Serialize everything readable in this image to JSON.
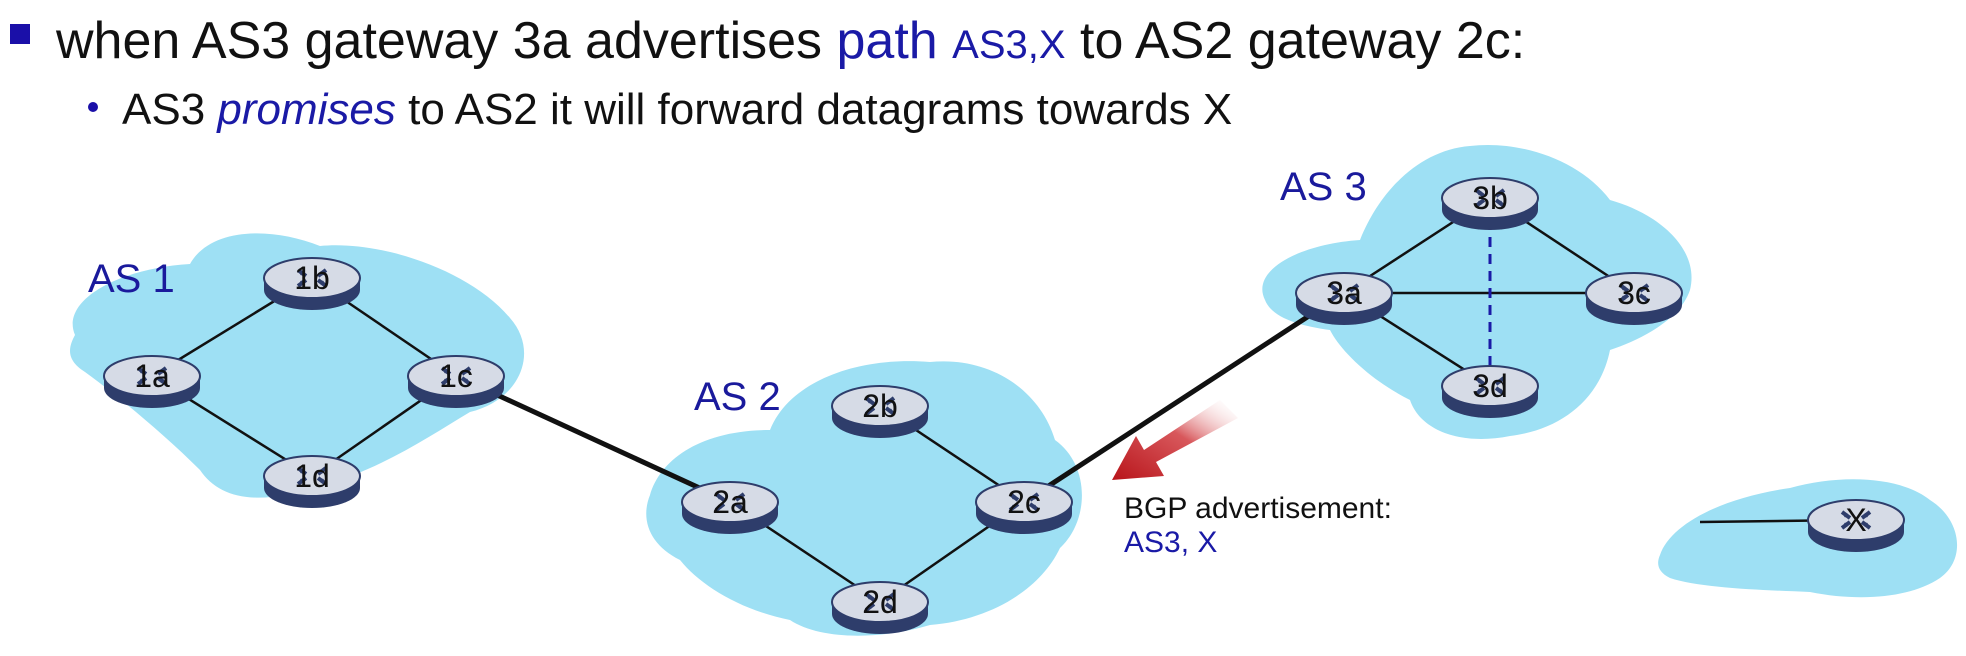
{
  "bullets": {
    "main": {
      "prefix": "when AS3 gateway 3a advertises ",
      "path_word": "path",
      "path_value": "AS3,X",
      "suffix": " to AS2 gateway 2c:"
    },
    "sub": {
      "prefix": "AS3 ",
      "emph": "promises",
      "suffix": " to AS2 it will forward datagrams towards X"
    }
  },
  "diagram": {
    "as_labels": {
      "as1": "AS 1",
      "as2": "AS 2",
      "as3": "AS 3"
    },
    "routers": {
      "1a": "1a",
      "1b": "1b",
      "1c": "1c",
      "1d": "1d",
      "2a": "2a",
      "2b": "2b",
      "2c": "2c",
      "2d": "2d",
      "3a": "3a",
      "3b": "3b",
      "3c": "3c",
      "3d": "3d",
      "x": "X"
    },
    "advertisement": {
      "title": "BGP advertisement:",
      "path": "AS3, X"
    },
    "colors": {
      "cloud": "#9ee0f4",
      "label_blue": "#1a1a9c",
      "arrow": "#b8141a",
      "router_top": "#d6dbe6",
      "router_side": "#2e3d6b"
    }
  }
}
